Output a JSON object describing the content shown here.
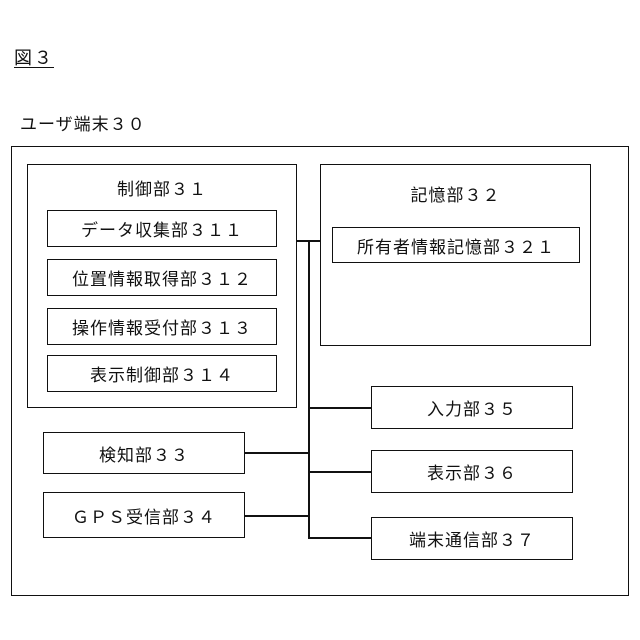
{
  "figure_label": "図３",
  "terminal": {
    "title": "ユーザ端末３０"
  },
  "control_unit": {
    "title": "制御部３１",
    "modules": [
      "データ収集部３１１",
      "位置情報取得部３１２",
      "操作情報受付部３１３",
      "表示制御部３１４"
    ]
  },
  "storage_unit": {
    "title": "記憶部３２",
    "modules": [
      "所有者情報記憶部３２１"
    ]
  },
  "detector": "検知部３３",
  "gps_receiver": "ＧＰＳ受信部３４",
  "input_unit": "入力部３５",
  "display_unit": "表示部３６",
  "comm_unit": "端末通信部３７"
}
